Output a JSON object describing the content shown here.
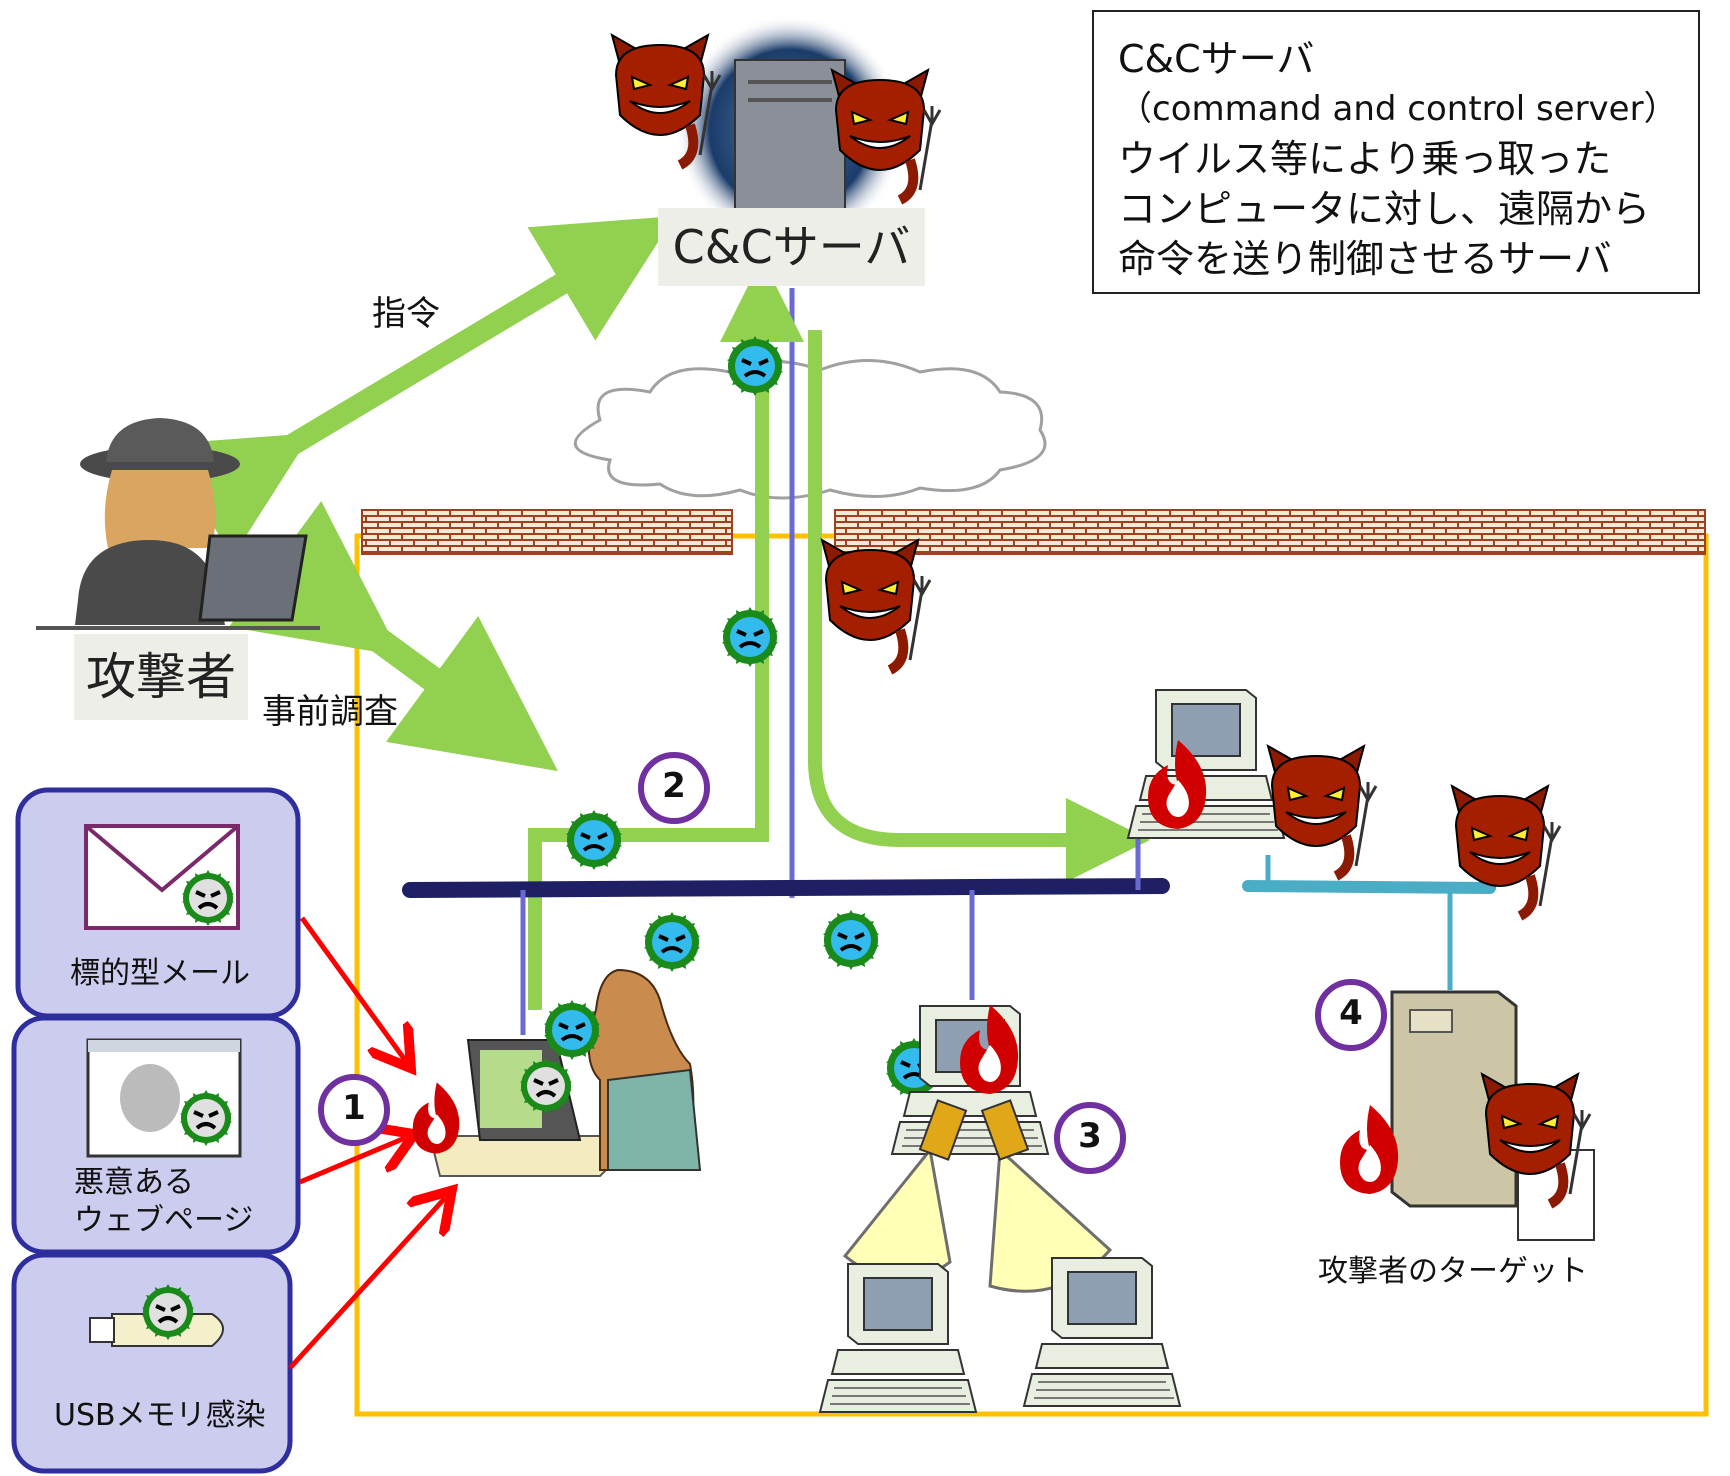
{
  "definition": {
    "title": "C&Cサーバ",
    "subtitle": "（command and control server）",
    "lines": [
      "ウイルス等により乗っ取った",
      "コンピュータに対し、遠隔から",
      "命令を送り制御させるサーバ"
    ]
  },
  "labels": {
    "cc_server": "C&Cサーバ",
    "attacker": "攻撃者",
    "command": "指令",
    "recon": "事前調査",
    "target": "攻撃者のターゲット"
  },
  "infection_sources": [
    {
      "label": "標的型メール",
      "icon": "mail-icon"
    },
    {
      "label": "悪意ある\nウェブページ",
      "icon": "webpage-icon"
    },
    {
      "label": "USBメモリ感染",
      "icon": "usb-icon"
    }
  ],
  "steps": [
    "1",
    "2",
    "3",
    "4"
  ],
  "colors": {
    "arrow_green": "#92d050",
    "boundary_yellow": "#ffc000",
    "network_navy": "#1f1f66",
    "network_teal": "#4bacc6",
    "infection_red": "#ff0000",
    "step_purple": "#7030a0",
    "source_box_fill": "#ccccee",
    "source_box_border": "#2e2e9e",
    "fire_red": "#c00000"
  }
}
